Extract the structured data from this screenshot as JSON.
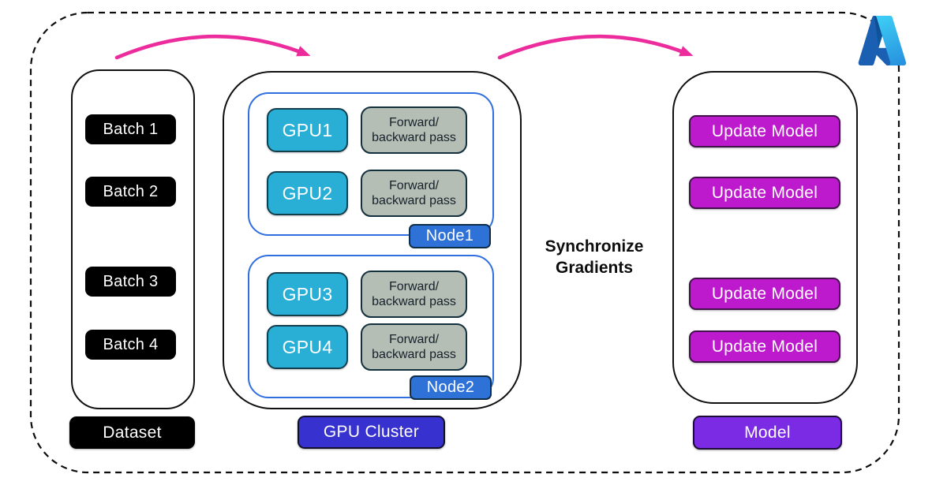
{
  "colors": {
    "arrow_pink": "#ec2b9c",
    "gpu_cyan": "#29afd6",
    "pass_gray": "#b4beb4",
    "node_blue": "#2e72d8",
    "cluster_indigo": "#3732cf",
    "update_magenta": "#be1acd",
    "model_purple": "#7b2be3",
    "batch_black": "#000000"
  },
  "sync": {
    "line1": "Synchronize",
    "line2": "Gradients"
  },
  "dataset": {
    "label": "Dataset",
    "batches": [
      {
        "label": "Batch 1"
      },
      {
        "label": "Batch 2"
      },
      {
        "label": "Batch 3"
      },
      {
        "label": "Batch 4"
      }
    ]
  },
  "gpu_cluster": {
    "label": "GPU Cluster",
    "nodes": [
      {
        "label": "Node1",
        "gpus": [
          {
            "name": "GPU1",
            "pass_line1": "Forward/",
            "pass_line2": "backward pass"
          },
          {
            "name": "GPU2",
            "pass_line1": "Forward/",
            "pass_line2": "backward pass"
          }
        ]
      },
      {
        "label": "Node2",
        "gpus": [
          {
            "name": "GPU3",
            "pass_line1": "Forward/",
            "pass_line2": "backward pass"
          },
          {
            "name": "GPU4",
            "pass_line1": "Forward/",
            "pass_line2": "backward pass"
          }
        ]
      }
    ]
  },
  "model": {
    "label": "Model",
    "updates": [
      {
        "label": "Update Model"
      },
      {
        "label": "Update Model"
      },
      {
        "label": "Update Model"
      },
      {
        "label": "Update Model"
      }
    ]
  }
}
